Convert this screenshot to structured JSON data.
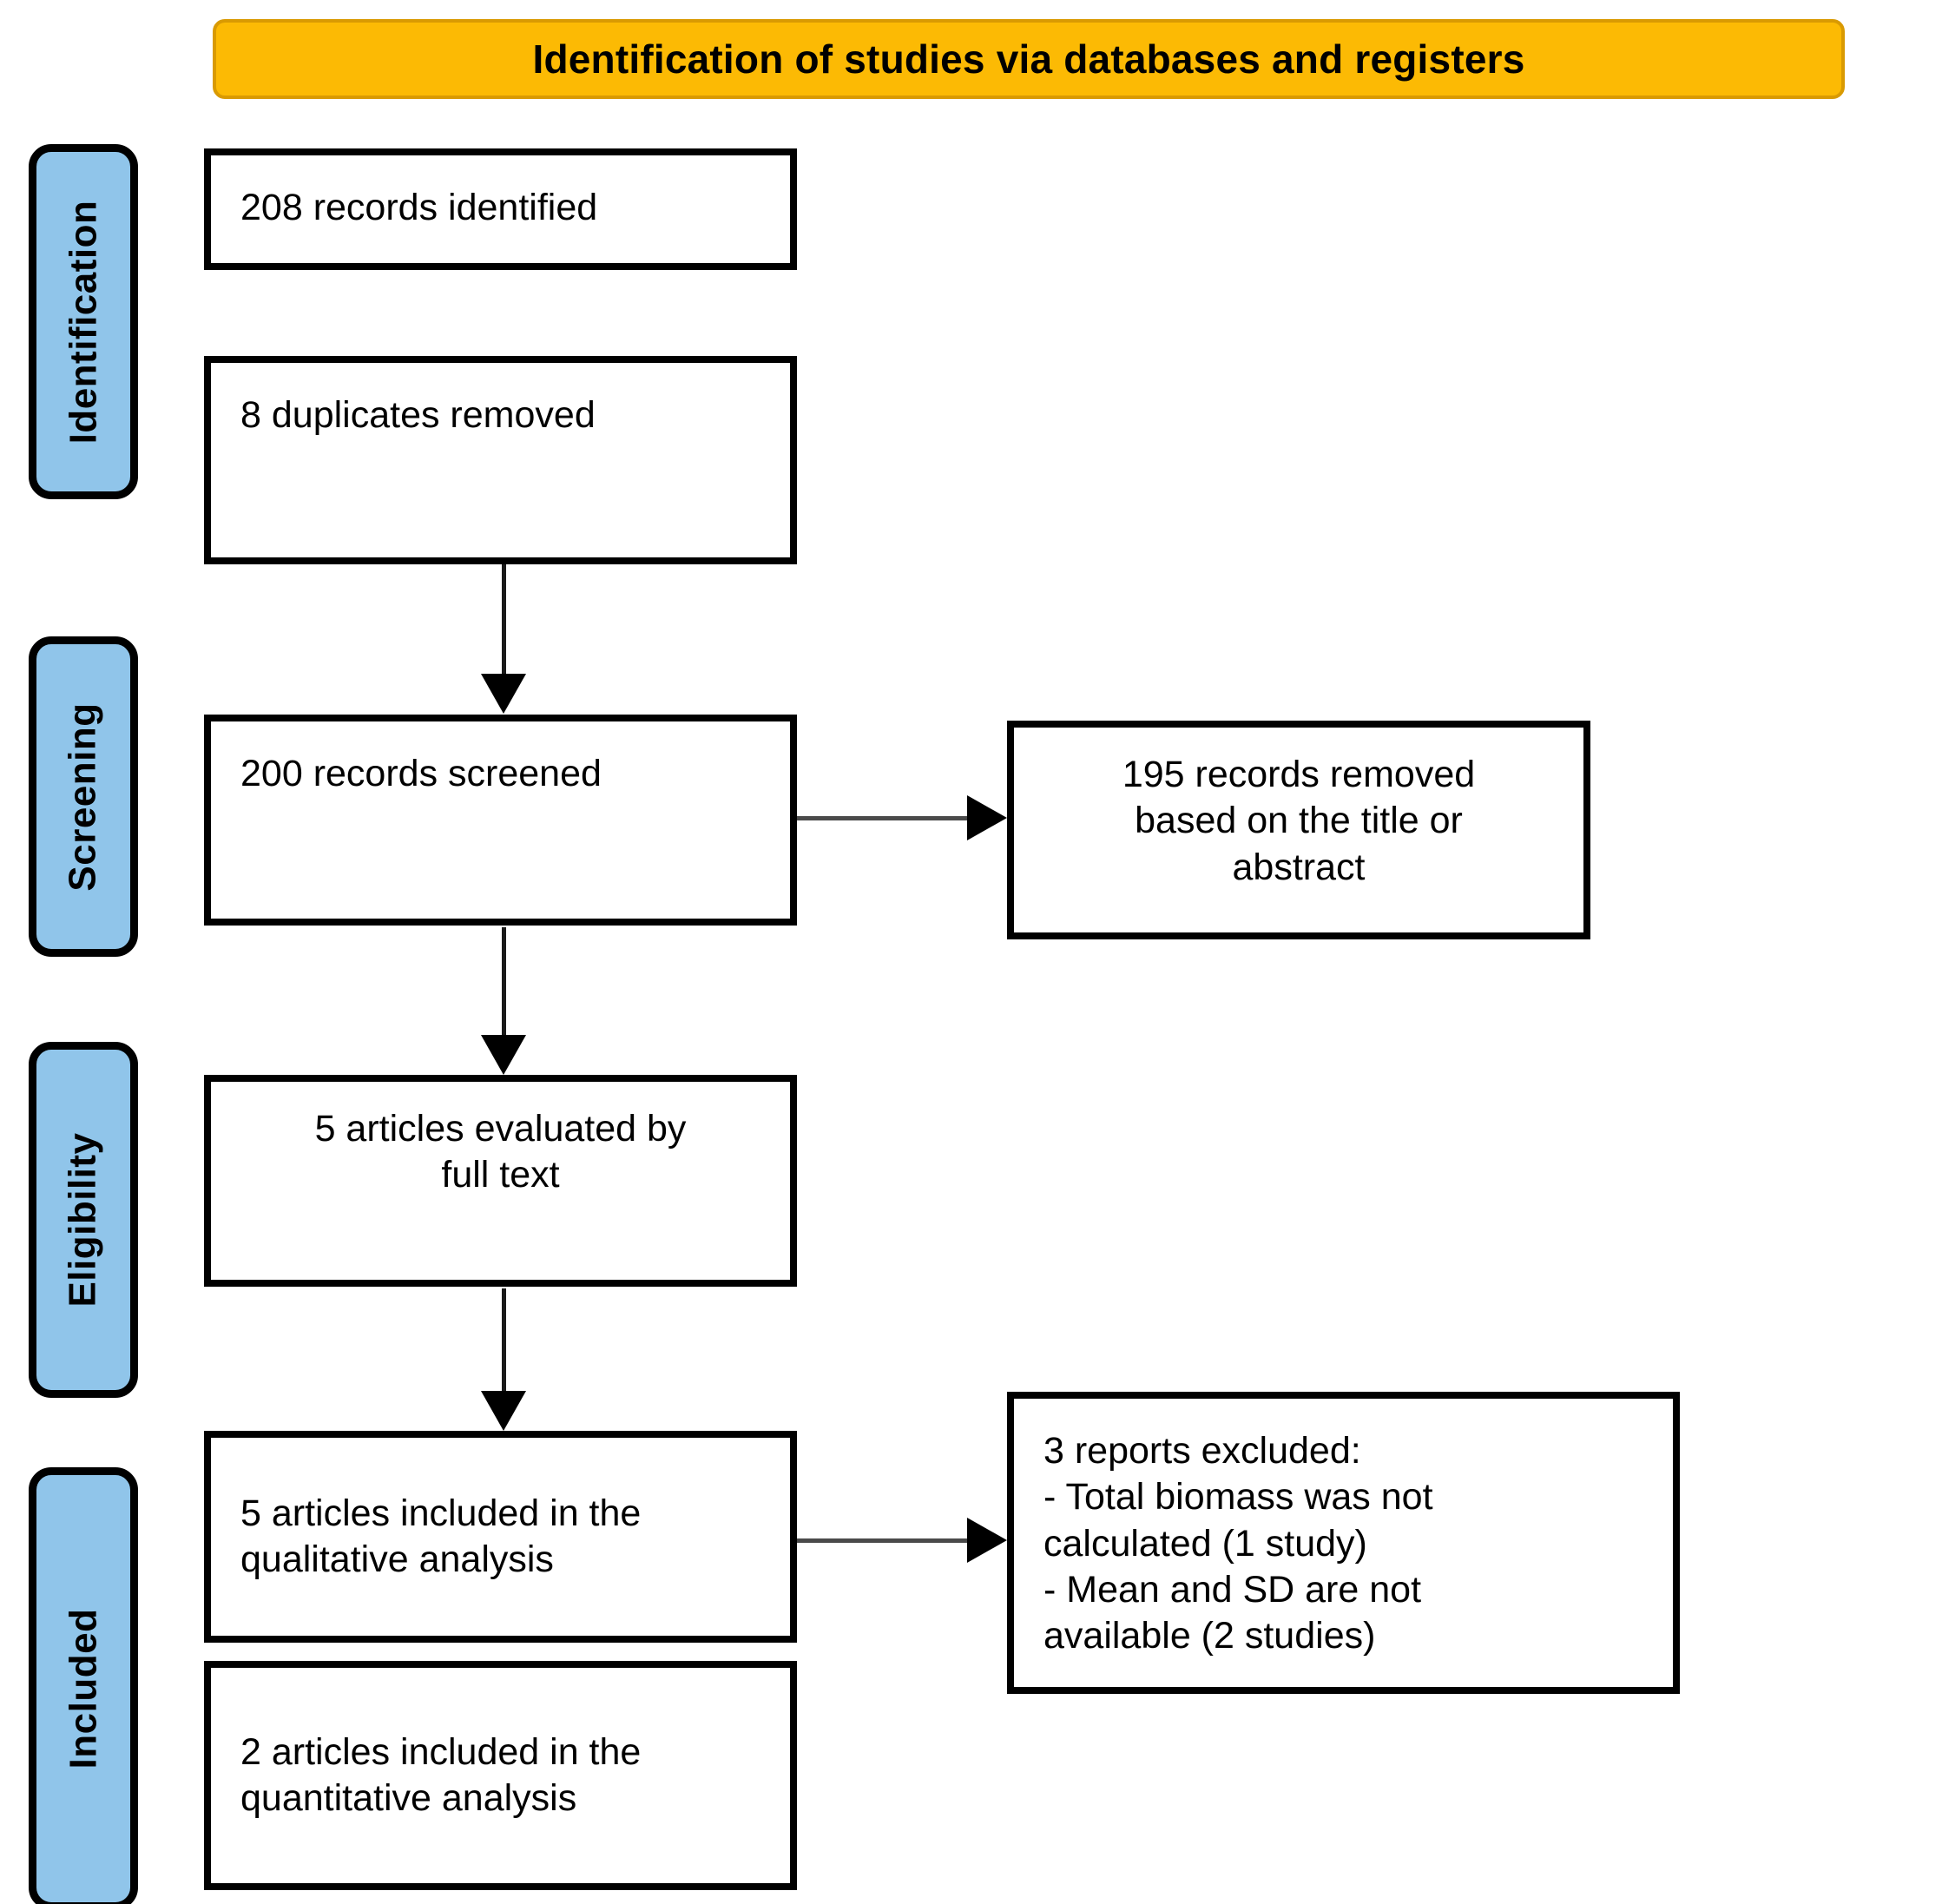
{
  "header": {
    "title": "Identification of studies via databases and registers",
    "background_color": "#FCBA04"
  },
  "stages": [
    {
      "id": "identification",
      "label": "Identification",
      "color": "#90C5EA"
    },
    {
      "id": "screening",
      "label": "Screening",
      "color": "#90C5EA"
    },
    {
      "id": "eligibility",
      "label": "Eligibility",
      "color": "#90C5EA"
    },
    {
      "id": "included",
      "label": "Included",
      "color": "#90C5EA"
    }
  ],
  "boxes": {
    "records_identified": "208 records identified",
    "duplicates_removed": "8 duplicates removed",
    "records_screened": "200 records screened",
    "records_removed": "195 records removed\nbased on the title or\nabstract",
    "articles_full_text": "5 articles evaluated by\nfull text",
    "qualitative_analysis": "5 articles included in the\nqualitative analysis",
    "quantitative_analysis": "2 articles included in the\nquantitative analysis",
    "reports_excluded": "3 reports excluded:\n    - Total biomass was not\ncalculated (1 study)\n    - Mean and SD are not\navailable (2 studies)"
  },
  "chart_data": {
    "type": "diagram",
    "diagram_kind": "PRISMA flow diagram",
    "title": "Identification of studies via databases and registers",
    "stages": [
      "Identification",
      "Screening",
      "Eligibility",
      "Included"
    ],
    "nodes": [
      {
        "id": "records_identified",
        "stage": "Identification",
        "label": "208 records identified",
        "count": 208
      },
      {
        "id": "duplicates_removed",
        "stage": "Identification",
        "label": "8 duplicates removed",
        "count": 8
      },
      {
        "id": "records_screened",
        "stage": "Screening",
        "label": "200 records screened",
        "count": 200
      },
      {
        "id": "records_removed",
        "stage": "Screening",
        "label": "195 records removed based on the title or abstract",
        "count": 195
      },
      {
        "id": "articles_full_text",
        "stage": "Eligibility",
        "label": "5 articles evaluated by full text",
        "count": 5
      },
      {
        "id": "qualitative_analysis",
        "stage": "Included",
        "label": "5 articles included in the qualitative analysis",
        "count": 5
      },
      {
        "id": "reports_excluded",
        "stage": "Included",
        "label": "3 reports excluded: - Total biomass was not calculated (1 study) - Mean and SD are not available (2 studies)",
        "count": 3
      },
      {
        "id": "quantitative_analysis",
        "stage": "Included",
        "label": "2 articles included in the quantitative analysis",
        "count": 2
      }
    ],
    "edges": [
      {
        "from": "duplicates_removed",
        "to": "records_screened",
        "direction": "down"
      },
      {
        "from": "records_screened",
        "to": "records_removed",
        "direction": "right"
      },
      {
        "from": "records_screened",
        "to": "articles_full_text",
        "direction": "down"
      },
      {
        "from": "articles_full_text",
        "to": "qualitative_analysis",
        "direction": "down"
      },
      {
        "from": "qualitative_analysis",
        "to": "reports_excluded",
        "direction": "right"
      }
    ]
  }
}
